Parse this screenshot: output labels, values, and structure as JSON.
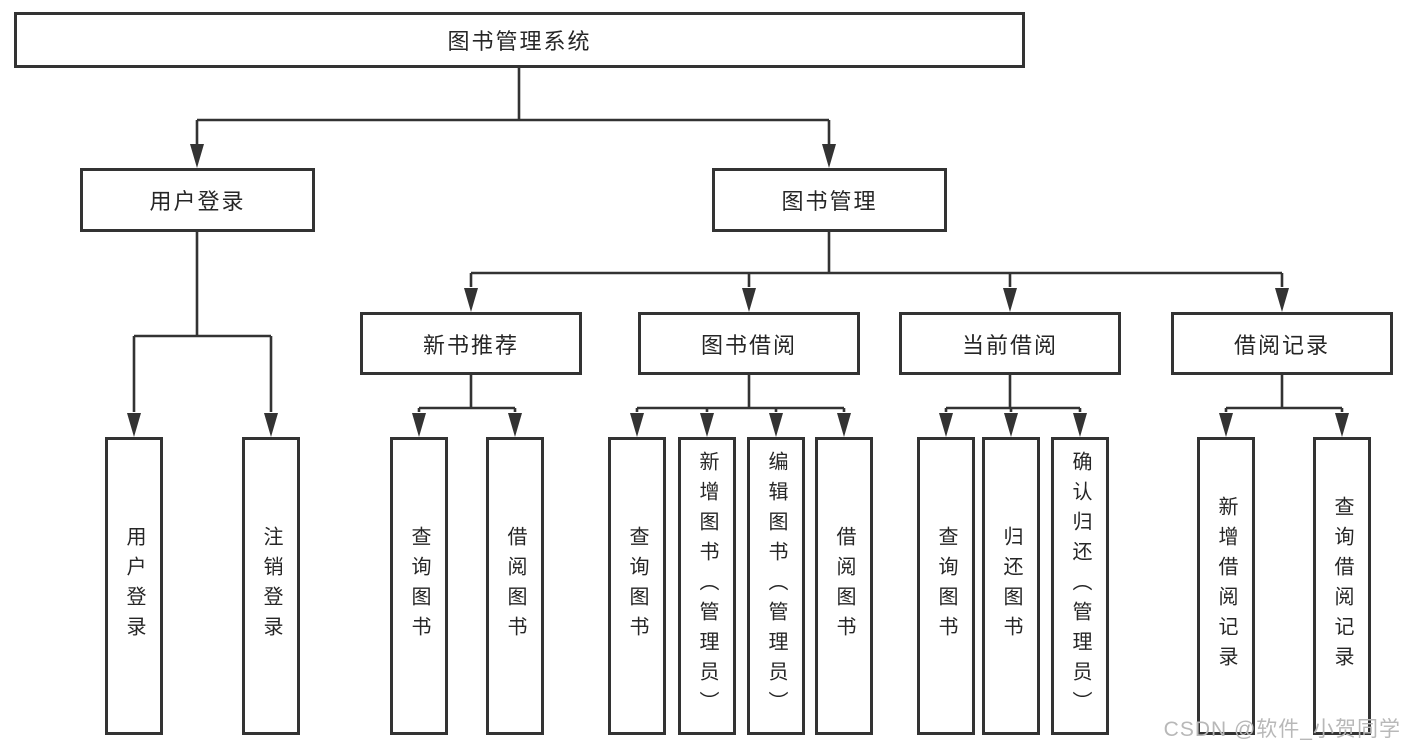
{
  "diagram": {
    "root": {
      "label": "图书管理系统"
    },
    "login": {
      "label": "用户登录",
      "children": [
        {
          "label": "用户登录"
        },
        {
          "label": "注销登录"
        }
      ]
    },
    "manage": {
      "label": "图书管理",
      "modules": [
        {
          "label": "新书推荐",
          "children": [
            {
              "label": "查询图书"
            },
            {
              "label": "借阅图书"
            }
          ]
        },
        {
          "label": "图书借阅",
          "children": [
            {
              "label": "查询图书"
            },
            {
              "label": "新增图书（管理员）"
            },
            {
              "label": "编辑图书（管理员）"
            },
            {
              "label": "借阅图书"
            }
          ]
        },
        {
          "label": "当前借阅",
          "children": [
            {
              "label": "查询图书"
            },
            {
              "label": "归还图书"
            },
            {
              "label": "确认归还（管理员）"
            }
          ]
        },
        {
          "label": "借阅记录",
          "children": [
            {
              "label": "新增借阅记录"
            },
            {
              "label": "查询借阅记录"
            }
          ]
        }
      ]
    }
  },
  "watermark": {
    "text": "CSDN @软件_小贺同学"
  },
  "colors": {
    "line": "#333333",
    "border": "#333333",
    "text": "#262626",
    "watermark": "#b8b8b8",
    "background": "#ffffff"
  }
}
